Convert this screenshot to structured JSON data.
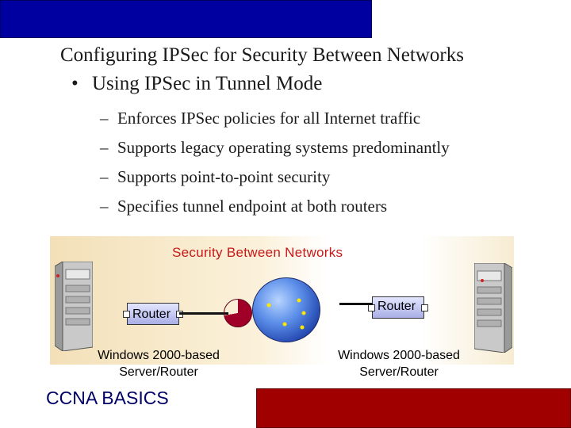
{
  "colors": {
    "top_bar": "#0000a0",
    "bottom_bar": "#a00000",
    "diagram_title": "#c81818",
    "footer_text": "#000066"
  },
  "slide": {
    "title": "Configuring IPSec for Security Between Networks",
    "bullet": "Using IPSec in Tunnel Mode",
    "bullet_mark": "•",
    "dash": "–",
    "sub_items": [
      "Enforces IPSec policies for all Internet traffic",
      "Supports legacy operating systems predominantly",
      "Supports point-to-point security",
      "Specifies tunnel endpoint at both routers"
    ]
  },
  "diagram": {
    "title": "Security Between Networks",
    "left_router": "Router",
    "right_router": "Router",
    "left_caption_line1": "Windows 2000-based",
    "left_caption_line2": "Server/Router",
    "right_caption_line1": "Windows 2000-based",
    "right_caption_line2": "Server/Router",
    "icons": [
      "server-icon",
      "router-icon",
      "internet-globe-icon",
      "pie-icon"
    ]
  },
  "footer": {
    "brand": "CCNA BASICS"
  }
}
